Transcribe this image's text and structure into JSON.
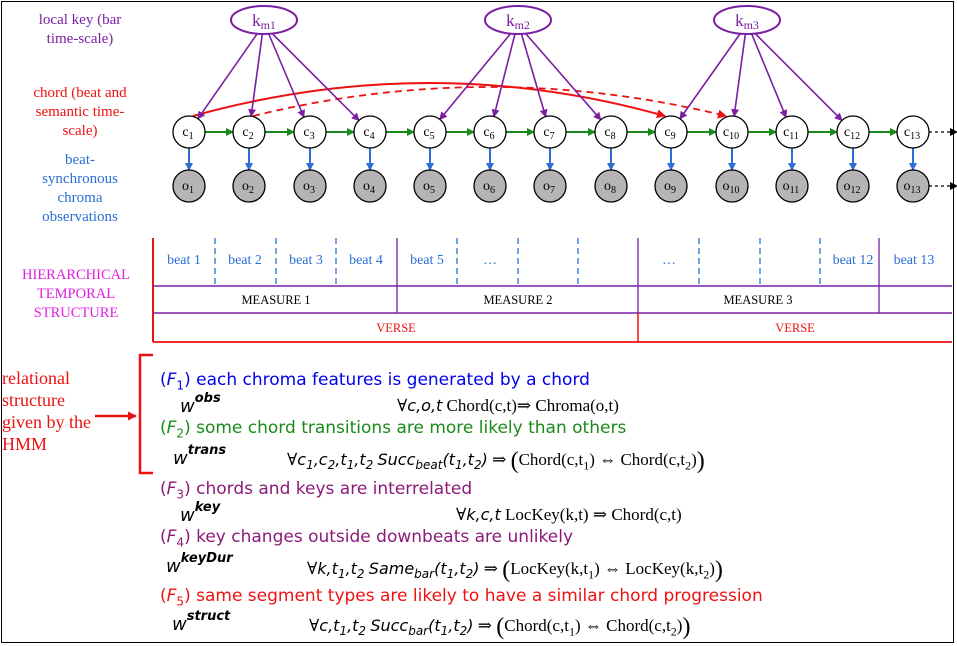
{
  "labels": {
    "local_key": "local key (bar time-scale)",
    "chord": "chord (beat and semantic time-scale)",
    "beat_sync": "beat-synchronous chroma observations",
    "hierarchical": "HIERARCHICAL TEMPORAL STRUCTURE",
    "relational": "relational structure given by the HMM"
  },
  "keys": [
    {
      "base": "k",
      "sub": "m1"
    },
    {
      "base": "k",
      "sub": "m2"
    },
    {
      "base": "k",
      "sub": "m3"
    }
  ],
  "chords": [
    "1",
    "2",
    "3",
    "4",
    "5",
    "6",
    "7",
    "8",
    "9",
    "10",
    "11",
    "12",
    "13"
  ],
  "obs": [
    "1",
    "2",
    "3",
    "4",
    "5",
    "6",
    "7",
    "8",
    "9",
    "10",
    "11",
    "12",
    "13"
  ],
  "beats": [
    "beat 1",
    "beat 2",
    "beat 3",
    "beat 4",
    "beat 5",
    "…",
    "…",
    "beat 12",
    "beat 13"
  ],
  "measures": [
    "MEASURE 1",
    "MEASURE 2",
    "MEASURE 3"
  ],
  "verses": [
    "VERSE",
    "VERSE"
  ],
  "rules": [
    {
      "id": "F1",
      "text": "each chroma features is generated by a chord",
      "color": "#0000ee",
      "w_base": "w",
      "w_sup": "obs",
      "formula": {
        "q": "∀",
        "vars": "c,o,t",
        "pred": "",
        "pred_sub": "",
        "pred_args": "",
        "body": "Chord(c,t)⇒  Chroma(o,t)"
      }
    },
    {
      "id": "F2",
      "text": "some chord transitions are more likely than others",
      "color": "#1a8a1a",
      "w_base": "w",
      "w_sup": "trans",
      "formula": {
        "q": "∀",
        "vars": "c1,c2,t1,t2",
        "pred": "Succ",
        "pred_sub": "beat",
        "pred_args": "(t1,t2)",
        "body": "Chord(c,t1) ⇔ Chord(c,t2)"
      }
    },
    {
      "id": "F3",
      "text": "chords and keys are interrelated",
      "color": "#8b1a7a",
      "w_base": "w",
      "w_sup": "key",
      "formula": {
        "q": "∀",
        "vars": "k,c,t",
        "pred": "",
        "pred_sub": "",
        "pred_args": "",
        "body": "LocKey(k,t) ⇒ Chord(c,t)"
      }
    },
    {
      "id": "F4",
      "text": "key changes outside downbeats are unlikely",
      "color": "#8b1a7a",
      "w_base": "w",
      "w_sup": "keyDur",
      "formula": {
        "q": "∀",
        "vars": "k,t1,t2",
        "pred": "Same",
        "pred_sub": "bar",
        "pred_args": "(t1,t2)",
        "body": "LocKey(k,t1) ⇔ LocKey(k,t2)"
      }
    },
    {
      "id": "F5",
      "text": "same segment types are likely to have a similar chord progression",
      "color": "#ee1111",
      "w_base": "w",
      "w_sup": "struct",
      "formula": {
        "q": "∀",
        "vars": "c,t1,t2",
        "pred": "Succ",
        "pred_sub": "bar",
        "pred_args": "(t1,t2)",
        "body": "Chord(c,t1) ⇔ Chord(c,t2)"
      }
    }
  ],
  "colors": {
    "local_key": "#7b1fa2",
    "chord": "#ee1111",
    "beat_sync": "#2a6ed6",
    "hierarchical": "#e020e0",
    "relational": "#ee1111",
    "chain": "#1a8a1a",
    "key_arrow": "#7b1fa2",
    "obs_arrow": "#2a6ed6",
    "beat_text": "#2a6ed6"
  }
}
